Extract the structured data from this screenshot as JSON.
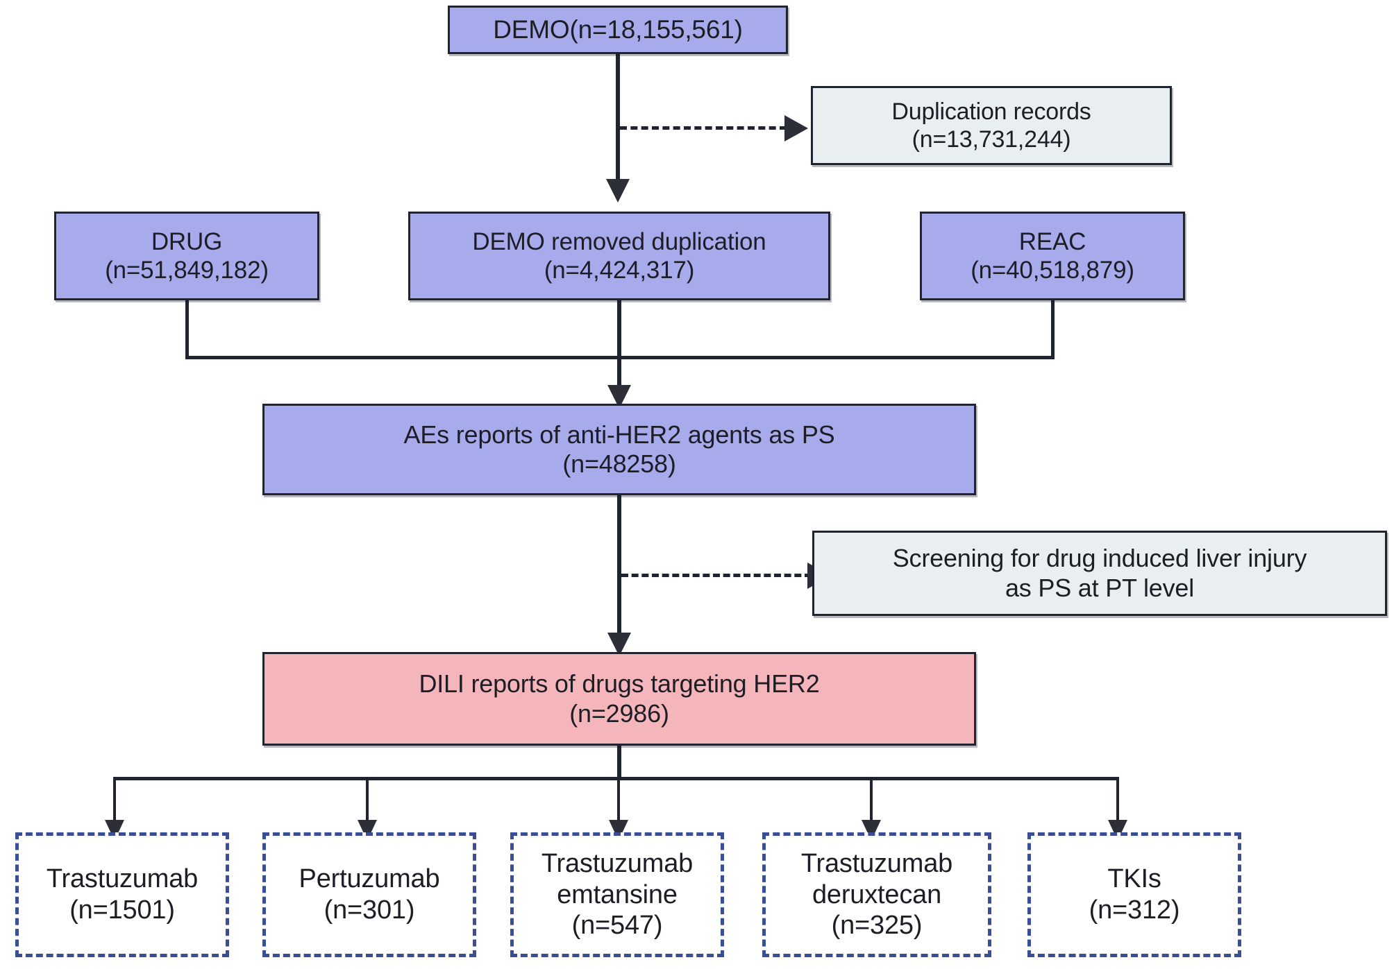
{
  "diagram": {
    "title": "FAERS anti-HER2 DILI report selection flowchart",
    "colors": {
      "purple": "#a7abec",
      "pink": "#f4b6bb",
      "gray": "#e9eef1",
      "outline": "#1f2430",
      "dashed_outline": "#3a4e96"
    },
    "nodes": {
      "demo": {
        "line1": "DEMO(n=18,155,561)",
        "line2": ""
      },
      "duplication": {
        "line1": "Duplication  records",
        "line2": "(n=13,731,244)"
      },
      "drug": {
        "line1": "DRUG",
        "line2": "(n=51,849,182)"
      },
      "demo_removed": {
        "line1": "DEMO removed duplication",
        "line2": "(n=4,424,317)"
      },
      "reac": {
        "line1": "REAC",
        "line2": "(n=40,518,879)"
      },
      "aes": {
        "line1": "AEs reports of anti-HER2 agents as PS",
        "line2": "(n=48258)"
      },
      "screening": {
        "line1": "Screening for drug induced liver injury",
        "line2": "as PS at PT level"
      },
      "dili": {
        "line1": "DILI reports of drugs targeting HER2",
        "line2": "(n=2986)"
      }
    },
    "outcomes": [
      {
        "line1": "Trastuzumab",
        "line2": "",
        "line3": "(n=1501)",
        "count": 1501
      },
      {
        "line1": "Pertuzumab",
        "line2": "",
        "line3": "(n=301)",
        "count": 301
      },
      {
        "line1": "Trastuzumab",
        "line2": "emtansine",
        "line3": "(n=547)",
        "count": 547
      },
      {
        "line1": "Trastuzumab",
        "line2": "deruxtecan",
        "line3": "(n=325)",
        "count": 325
      },
      {
        "line1": "TKIs",
        "line2": "",
        "line3": "(n=312)",
        "count": 312
      }
    ]
  }
}
